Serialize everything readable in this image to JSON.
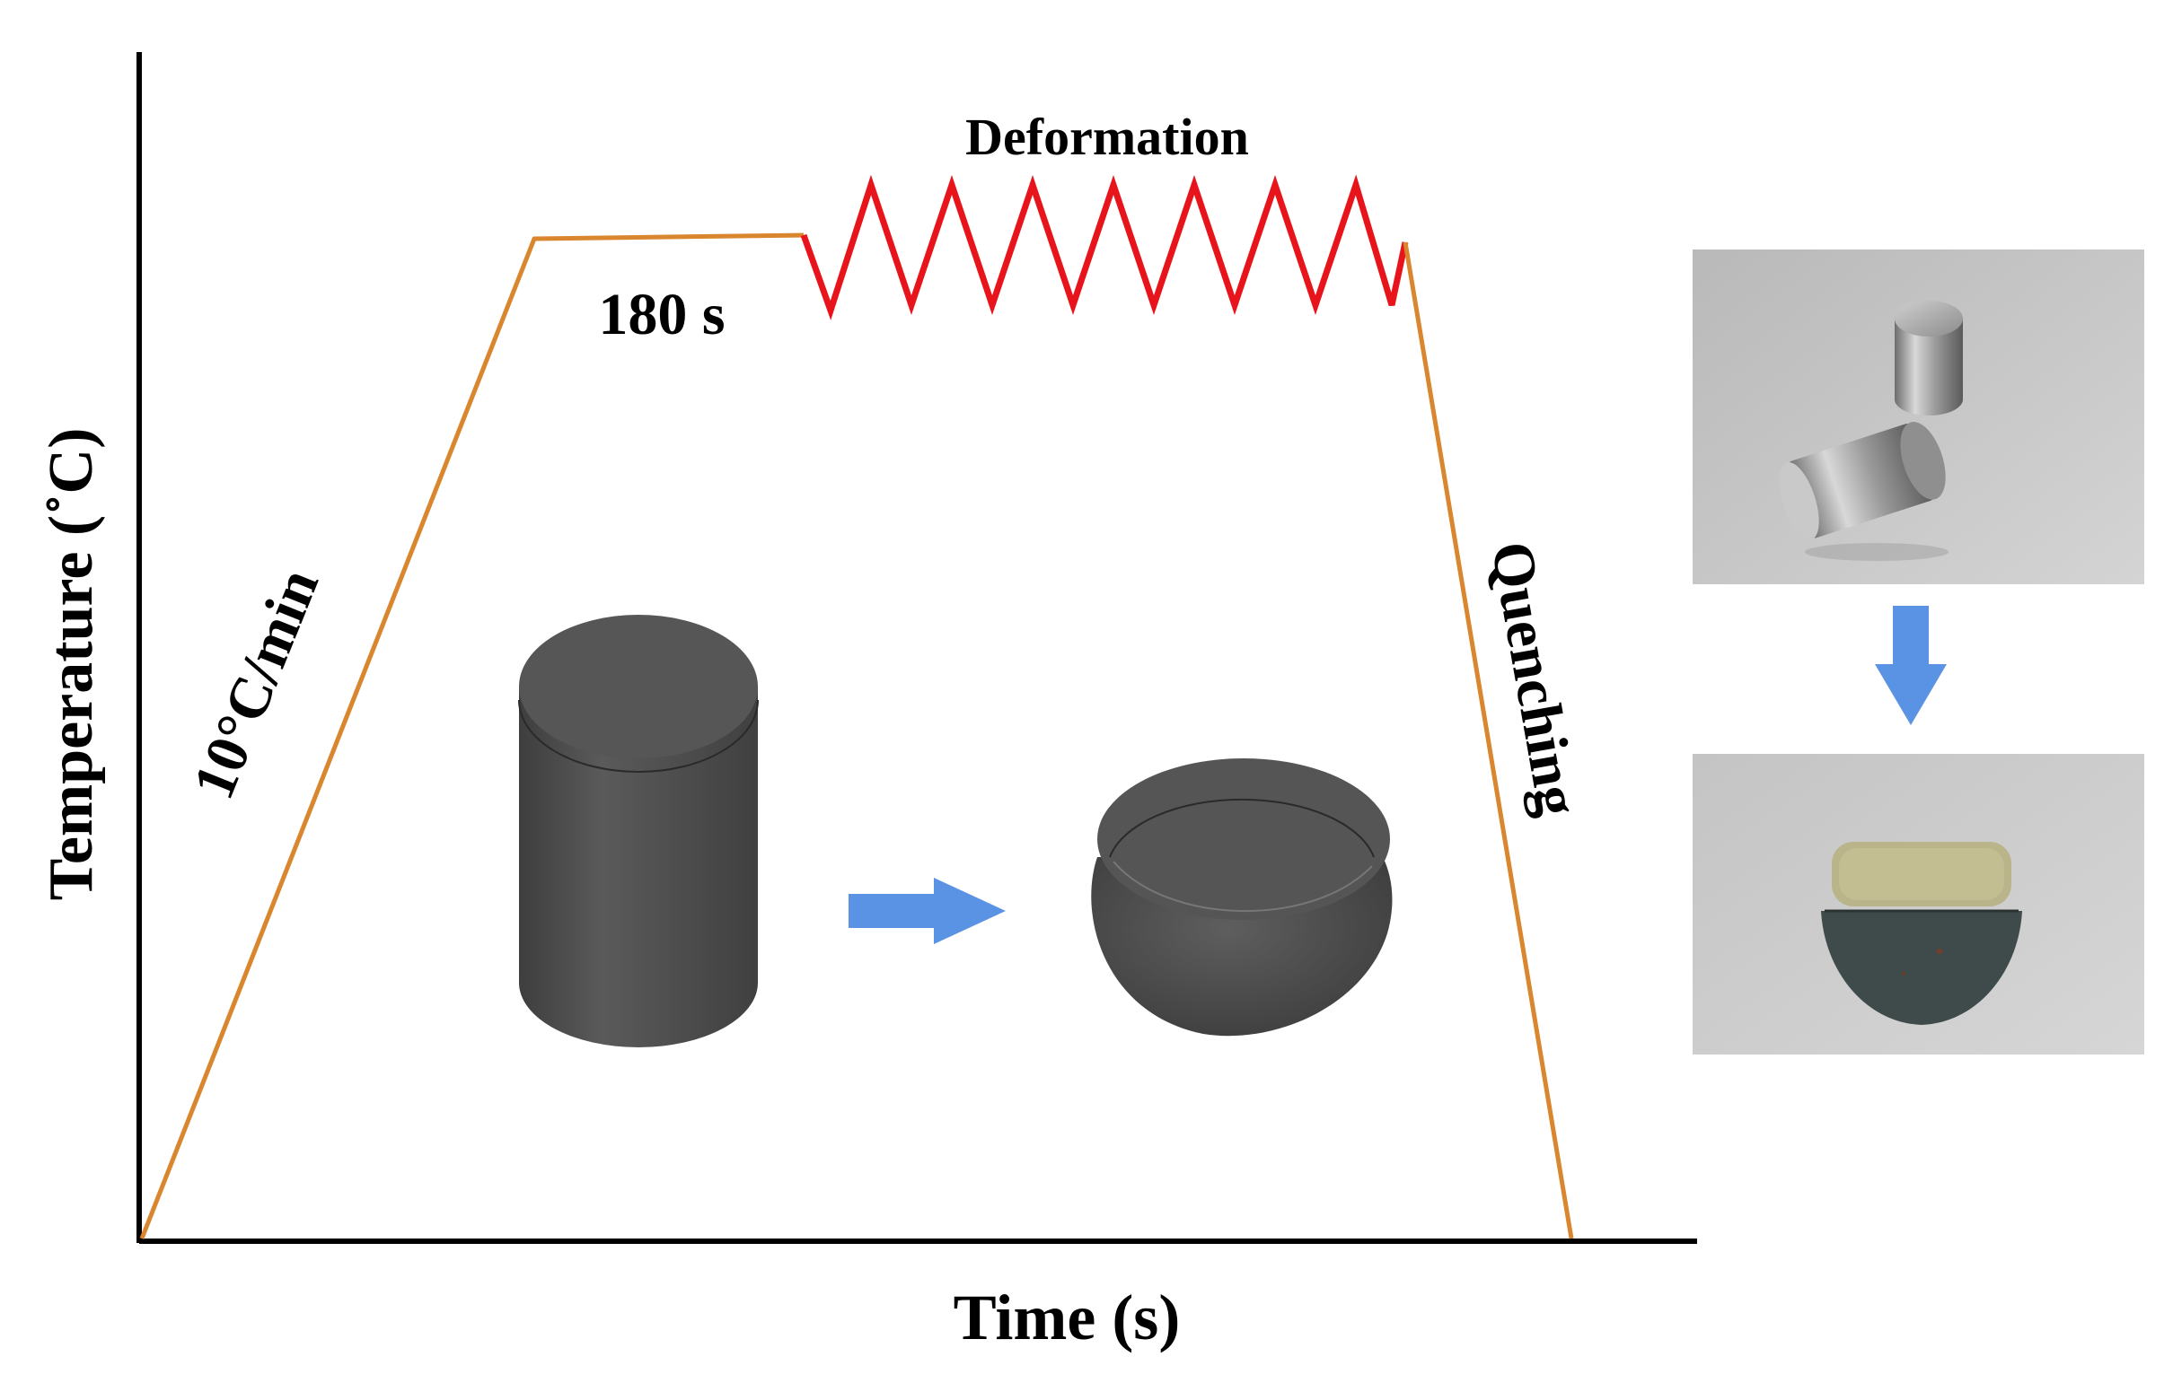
{
  "diagram": {
    "y_axis_label": "Temperature (˚C)",
    "x_axis_label": "Time (s)",
    "heating_rate_label": "10°C/min",
    "hold_label": "180 s",
    "deformation_label": "Deformation",
    "quench_label": "Quenching"
  },
  "colors": {
    "profile_line": "#d9862e",
    "deformation_zigzag": "#e8141b",
    "arrow": "#5b93e4",
    "specimen": "#4f4f4f",
    "axis": "#000000"
  },
  "icons": {
    "process_arrow": "arrow-right-icon",
    "photo_arrow": "arrow-down-icon"
  }
}
